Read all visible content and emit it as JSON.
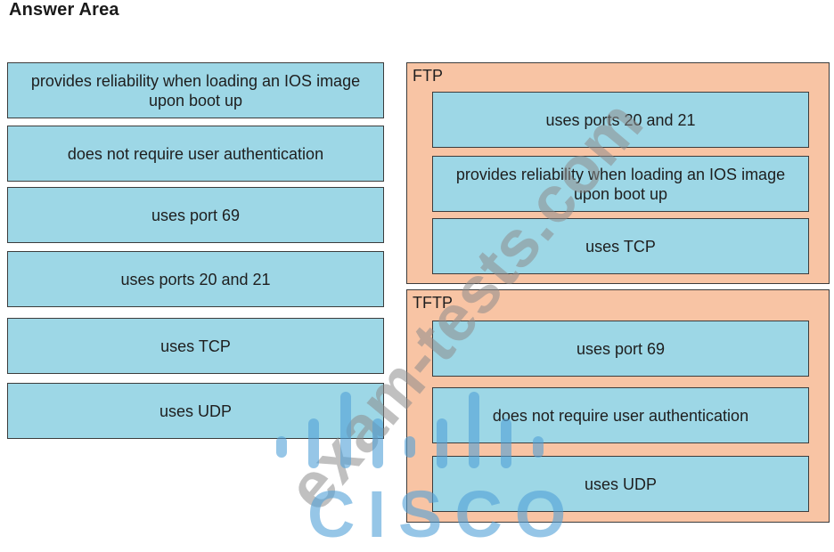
{
  "header": {
    "title": "Answer Area"
  },
  "source_items": [
    "provides reliability when loading an IOS image upon boot up",
    "does not require user authentication",
    "uses port 69",
    "uses ports 20 and 21",
    "uses TCP",
    "uses UDP"
  ],
  "targets": {
    "ftp": {
      "label": "FTP",
      "items": [
        "uses ports 20 and 21",
        "provides reliability when loading an IOS image upon boot up",
        "uses TCP"
      ]
    },
    "tftp": {
      "label": "TFTP",
      "items": [
        "uses port 69",
        "does not require user authentication",
        "uses UDP"
      ]
    }
  },
  "watermark": {
    "site": "exam-tests.com",
    "brand": "CISCO"
  },
  "colors": {
    "card": "#9dd7e6",
    "target": "#f8c4a4",
    "border": "#3c3c3c"
  }
}
